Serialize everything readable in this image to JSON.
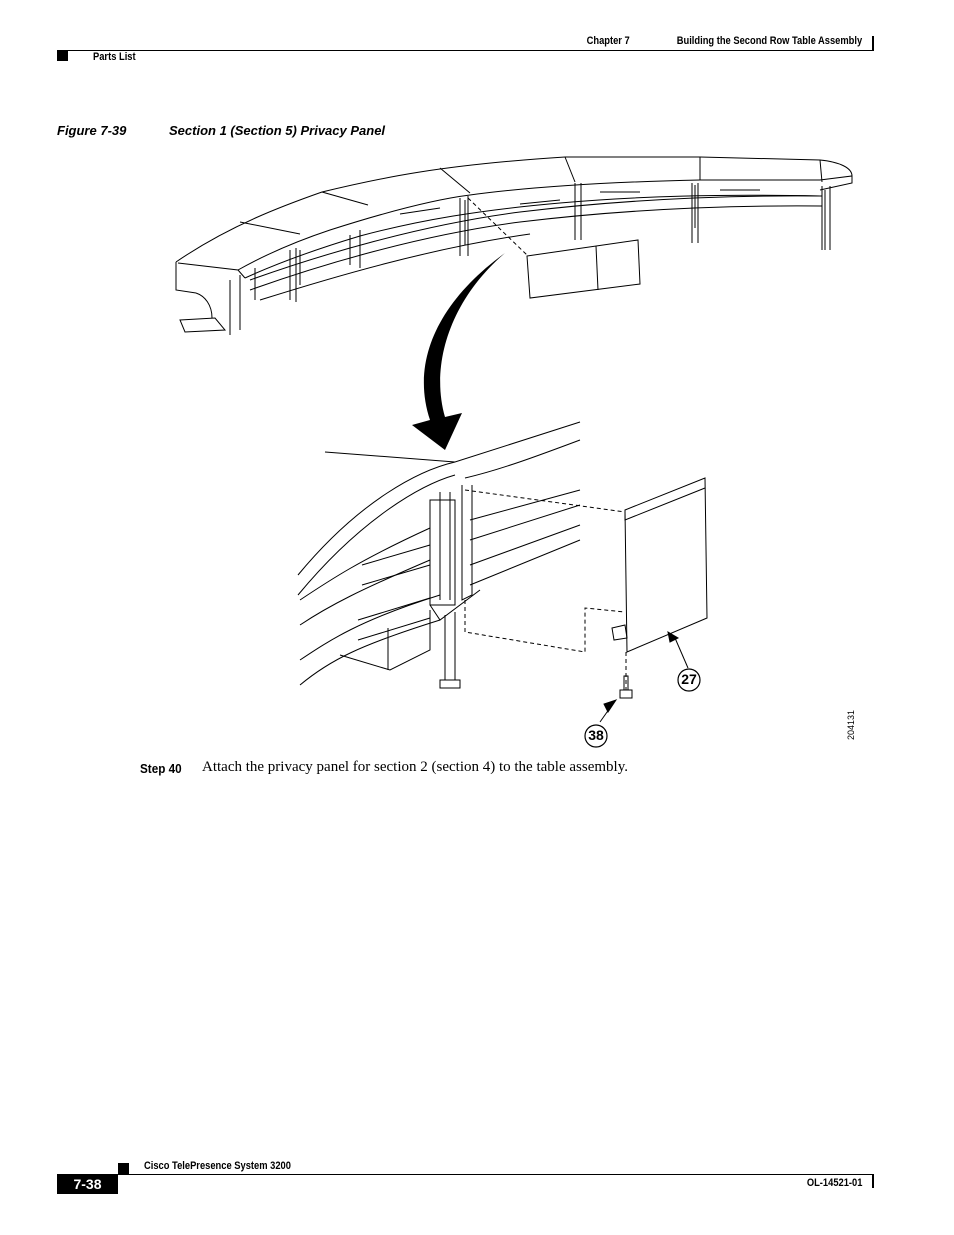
{
  "header": {
    "chapter": "Chapter 7",
    "chapter_title": "Building the Second Row Table Assembly",
    "section": "Parts List"
  },
  "figure": {
    "number": "Figure 7-39",
    "title": "Section 1 (Section 5) Privacy Panel",
    "callouts": [
      "27",
      "38"
    ],
    "art_id": "204131"
  },
  "step": {
    "label": "Step 40",
    "text": "Attach the privacy panel for section 2 (section 4) to the table assembly."
  },
  "footer": {
    "product": "Cisco TelePresence System 3200",
    "page": "7-38",
    "doc_id": "OL-14521-01"
  }
}
